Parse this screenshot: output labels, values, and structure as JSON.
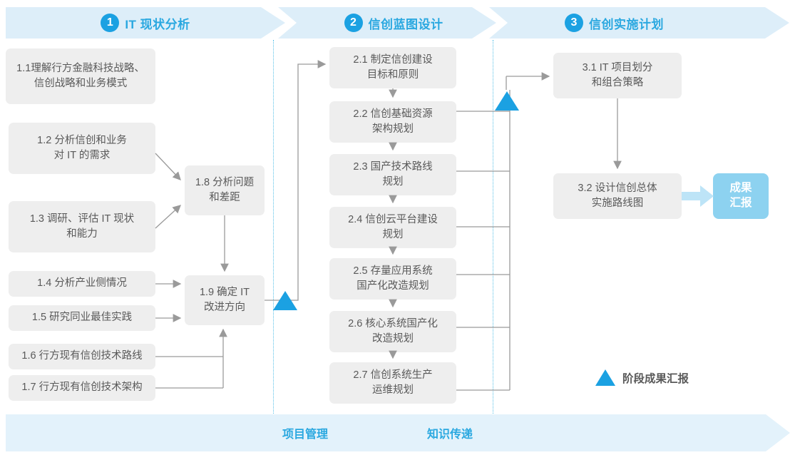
{
  "phases": [
    {
      "num": "1",
      "title": "IT 现状分析"
    },
    {
      "num": "2",
      "title": "信创蓝图设计"
    },
    {
      "num": "3",
      "title": "信创实施计划"
    }
  ],
  "phase1_nodes": [
    {
      "id": "1.1",
      "label": "1.1理解行方金融科技战略、\n信创战略和业务模式"
    },
    {
      "id": "1.2",
      "label": "1.2 分析信创和业务\n对 IT 的需求"
    },
    {
      "id": "1.3",
      "label": "1.3 调研、评估 IT 现状\n和能力"
    },
    {
      "id": "1.4",
      "label": "1.4 分析产业侧情况"
    },
    {
      "id": "1.5",
      "label": "1.5 研究同业最佳实践"
    },
    {
      "id": "1.6",
      "label": "1.6 行方现有信创技术路线"
    },
    {
      "id": "1.7",
      "label": "1.7 行方现有信创技术架构"
    },
    {
      "id": "1.8",
      "label": "1.8 分析问题\n和差距"
    },
    {
      "id": "1.9",
      "label": "1.9 确定 IT\n改进方向"
    }
  ],
  "phase2_nodes": [
    {
      "id": "2.1",
      "label": "2.1 制定信创建设\n目标和原则"
    },
    {
      "id": "2.2",
      "label": "2.2 信创基础资源\n架构规划"
    },
    {
      "id": "2.3",
      "label": "2.3 国产技术路线\n规划"
    },
    {
      "id": "2.4",
      "label": "2.4 信创云平台建设\n规划"
    },
    {
      "id": "2.5",
      "label": "2.5 存量应用系统\n国产化改造规划"
    },
    {
      "id": "2.6",
      "label": "2.6 核心系统国产化\n改造规划"
    },
    {
      "id": "2.7",
      "label": "2.7 信创系统生产\n运维规划"
    }
  ],
  "phase3_nodes": [
    {
      "id": "3.1",
      "label": "3.1 IT 项目划分\n和组合策略"
    },
    {
      "id": "3.2",
      "label": "3.2 设计信创总体\n实施路线图"
    }
  ],
  "result": {
    "label": "成果\n汇报"
  },
  "legend": {
    "label": "阶段成果汇报",
    "marker": "triangle-marker-icon"
  },
  "bottom_band": {
    "items": [
      {
        "label": "项目管理"
      },
      {
        "label": "知识传递"
      }
    ]
  },
  "colors": {
    "accent": "#1ba1e2",
    "phase_banner_bg": "#ddeef9",
    "phase_title": "#2aa8e0",
    "node_bg": "#eeeeee",
    "node_text": "#595959",
    "result_bg": "#8dd2f0",
    "band_bg": "#e3f2fb",
    "connector": "#9a9a9a",
    "separator": "#57c1e8"
  }
}
